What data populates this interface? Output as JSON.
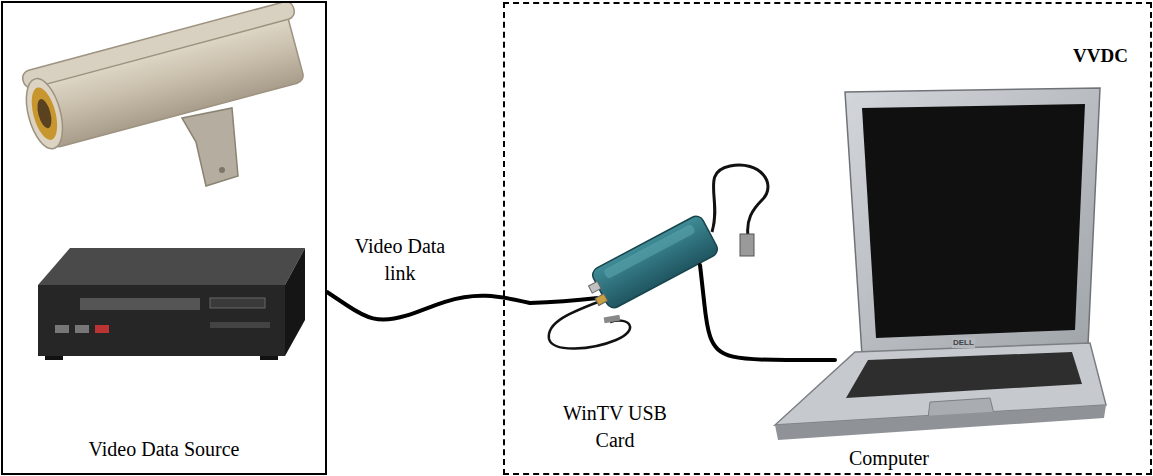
{
  "diagram": {
    "nodes": [
      {
        "text": [
          "Video Data Source"
        ]
      },
      {
        "text": [
          "VVDC"
        ]
      },
      {
        "text": [
          "WinTV USB Card"
        ],
        "in": 1
      },
      {
        "text": [
          "Computer"
        ],
        "in": 1
      }
    ],
    "edges": [
      {
        "from": 0,
        "to": 2,
        "label": "Video Data link",
        "arrow": "none"
      },
      {
        "from": 2,
        "to": 3,
        "arrow": "none"
      }
    ],
    "labels": [
      "DELL"
    ]
  }
}
